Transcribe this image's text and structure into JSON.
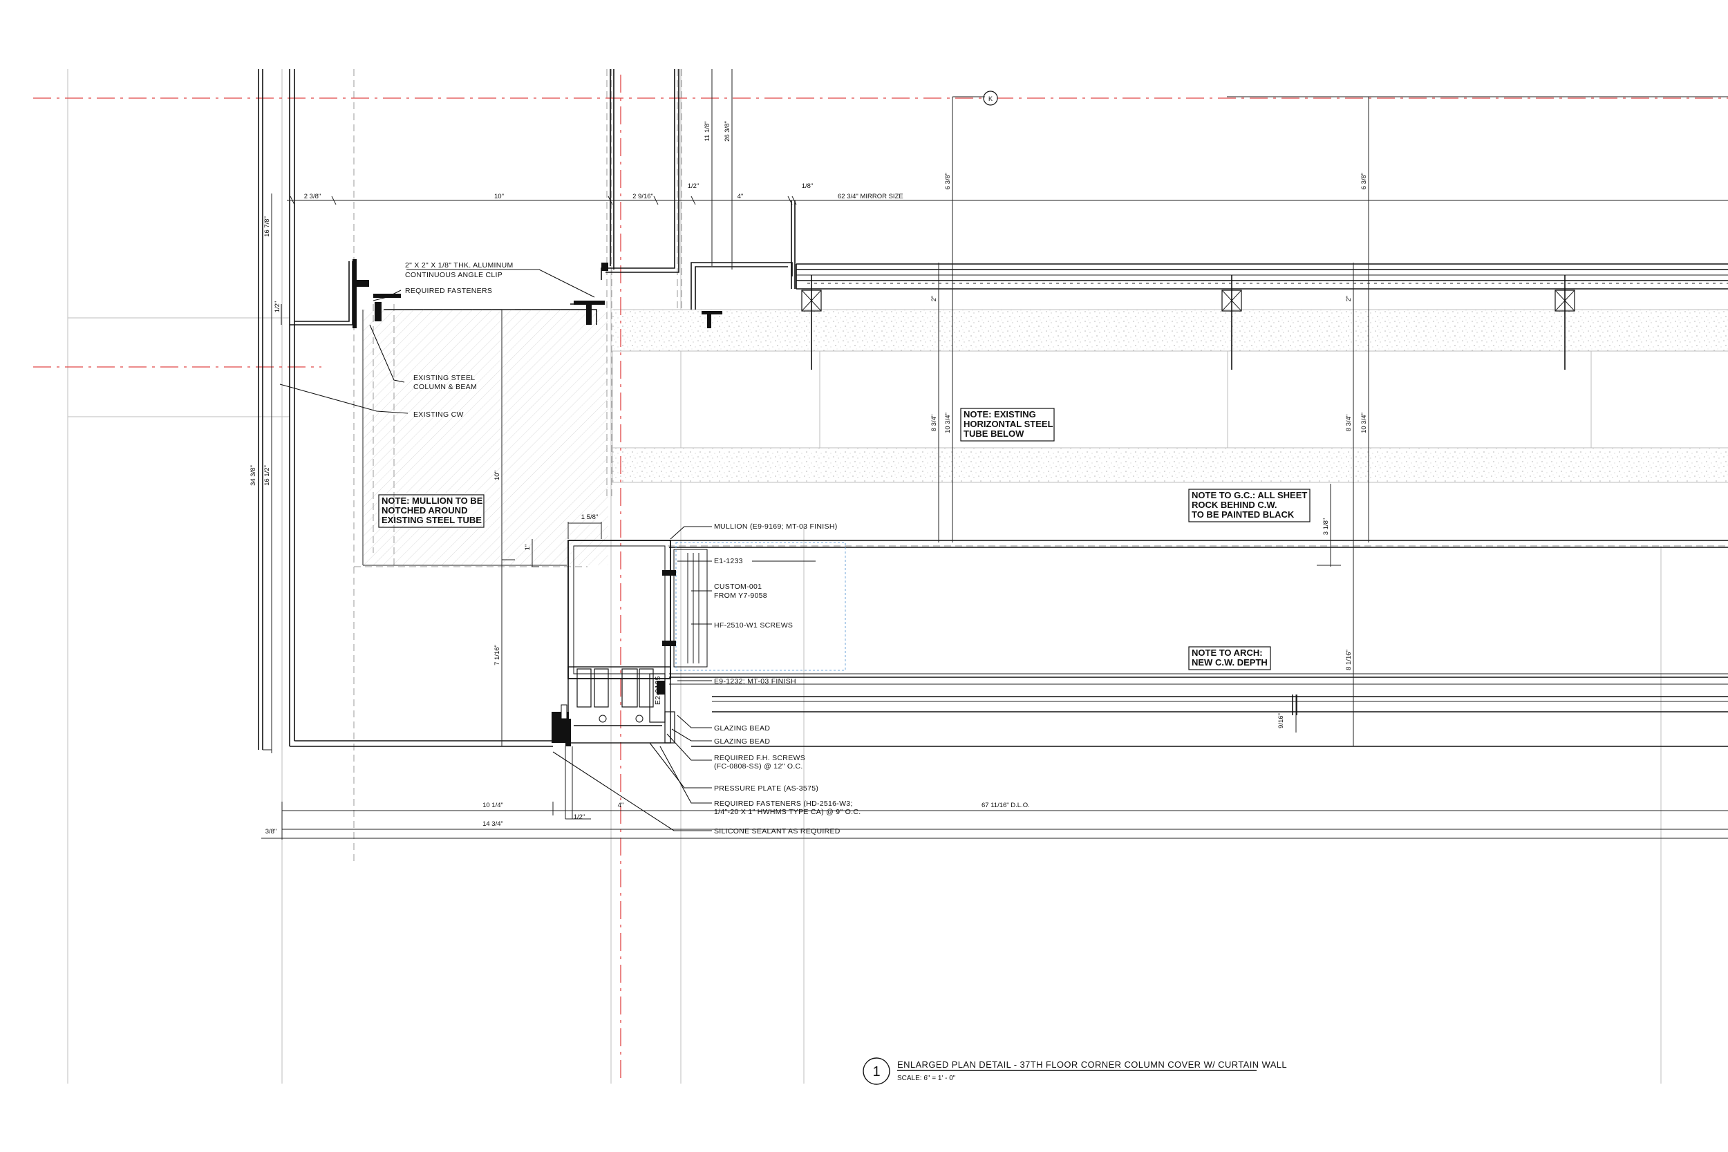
{
  "grid_bubble": "K",
  "labels": {
    "angle_clip": [
      "2\" X 2\" X 1/8\" THK. ALUMINUM",
      "CONTINUOUS ANGLE CLIP"
    ],
    "required_fasteners": "REQUIRED FASTENERS",
    "existing_steel": [
      "EXISTING STEEL",
      "COLUMN & BEAM"
    ],
    "existing_cw": "EXISTING CW",
    "mullion": "MULLION (E9-9169; MT-03 FINISH)",
    "e1_1233": "E1-1233",
    "custom_001": [
      "CUSTOM-001",
      "FROM Y7-9058"
    ],
    "hf_screws": "HF-2510-W1 SCREWS",
    "e9_1232": "E9-1232; MT-03 FINISH",
    "e2_0105": "E2-0105",
    "glazing_bead_1": "GLAZING BEAD",
    "glazing_bead_2": "GLAZING BEAD",
    "fh_screws": [
      "REQUIRED F.H. SCREWS",
      "(FC-0808-SS) @ 12\" O.C."
    ],
    "pressure_plate": "PRESSURE PLATE (AS-3575)",
    "req_fasteners_2": [
      "REQUIRED FASTENERS (HD-2516-W3;",
      "1/4\"-20 X 1\" HWHMS TYPE CA) @ 9\" O.C."
    ],
    "sealant": "SILICONE SEALANT AS REQUIRED"
  },
  "notes": {
    "mullion_notch": [
      "NOTE: MULLION TO BE",
      "NOTCHED AROUND",
      "EXISTING STEEL TUBE"
    ],
    "existing_tube": [
      "NOTE: EXISTING",
      "HORIZONTAL STEEL",
      "TUBE BELOW"
    ],
    "gc_sheetrock": [
      "NOTE TO G.C.: ALL SHEET",
      "ROCK BEHIND C.W.",
      "TO BE PAINTED BLACK"
    ],
    "arch_depth": [
      "NOTE TO ARCH:",
      "NEW C.W. DEPTH"
    ]
  },
  "dimensions": {
    "d_2_3_8": "2 3/8\"",
    "d_10_top": "10\"",
    "d_2_9_16": "2 9/16\"",
    "d_1_2_top": "1/2\"",
    "d_4_top": "4\"",
    "d_1_8": "1/8\"",
    "mirror_size": "62 3/4\" MIRROR SIZE",
    "d_11_1_8": "11 1/8\"",
    "d_26_3_8": "26 3/8\"",
    "d_6_3_8_a": "6 3/8\"",
    "d_6_3_8_b": "6 3/8\"",
    "d_16_7_8": "16 7/8\"",
    "d_1_2_left": "1/2\"",
    "d_34_3_8": "34 3/8\"",
    "d_16_1_2": "16 1/2\"",
    "d_10_vert": "10\"",
    "d_1_5_8": "1 5/8\"",
    "d_1_vert": "1\"",
    "d_7_1_16": "7 1/16\"",
    "d_2_a": "2\"",
    "d_2_b": "2\"",
    "d_8_3_4_a": "8 3/4\"",
    "d_10_3_4_a": "10 3/4\"",
    "d_8_3_4_b": "8 3/4\"",
    "d_10_3_4_b": "10 3/4\"",
    "d_3_1_8": "3 1/8\"",
    "d_8_1_16": "8 1/16\"",
    "d_9_16": "9/16\"",
    "d_10_1_4": "10 1/4\"",
    "d_4_bot": "4\"",
    "d_1_2_bot": "1/2\"",
    "d_14_3_4": "14 3/4\"",
    "d_3_8": "3/8\"",
    "dlo": "67 11/16\" D.L.O."
  },
  "title_block": {
    "number": "1",
    "title": "ENLARGED PLAN DETAIL - 37TH FLOOR CORNER COLUMN COVER W/ CURTAIN WALL",
    "scale": "SCALE: 6\" = 1' - 0\""
  }
}
